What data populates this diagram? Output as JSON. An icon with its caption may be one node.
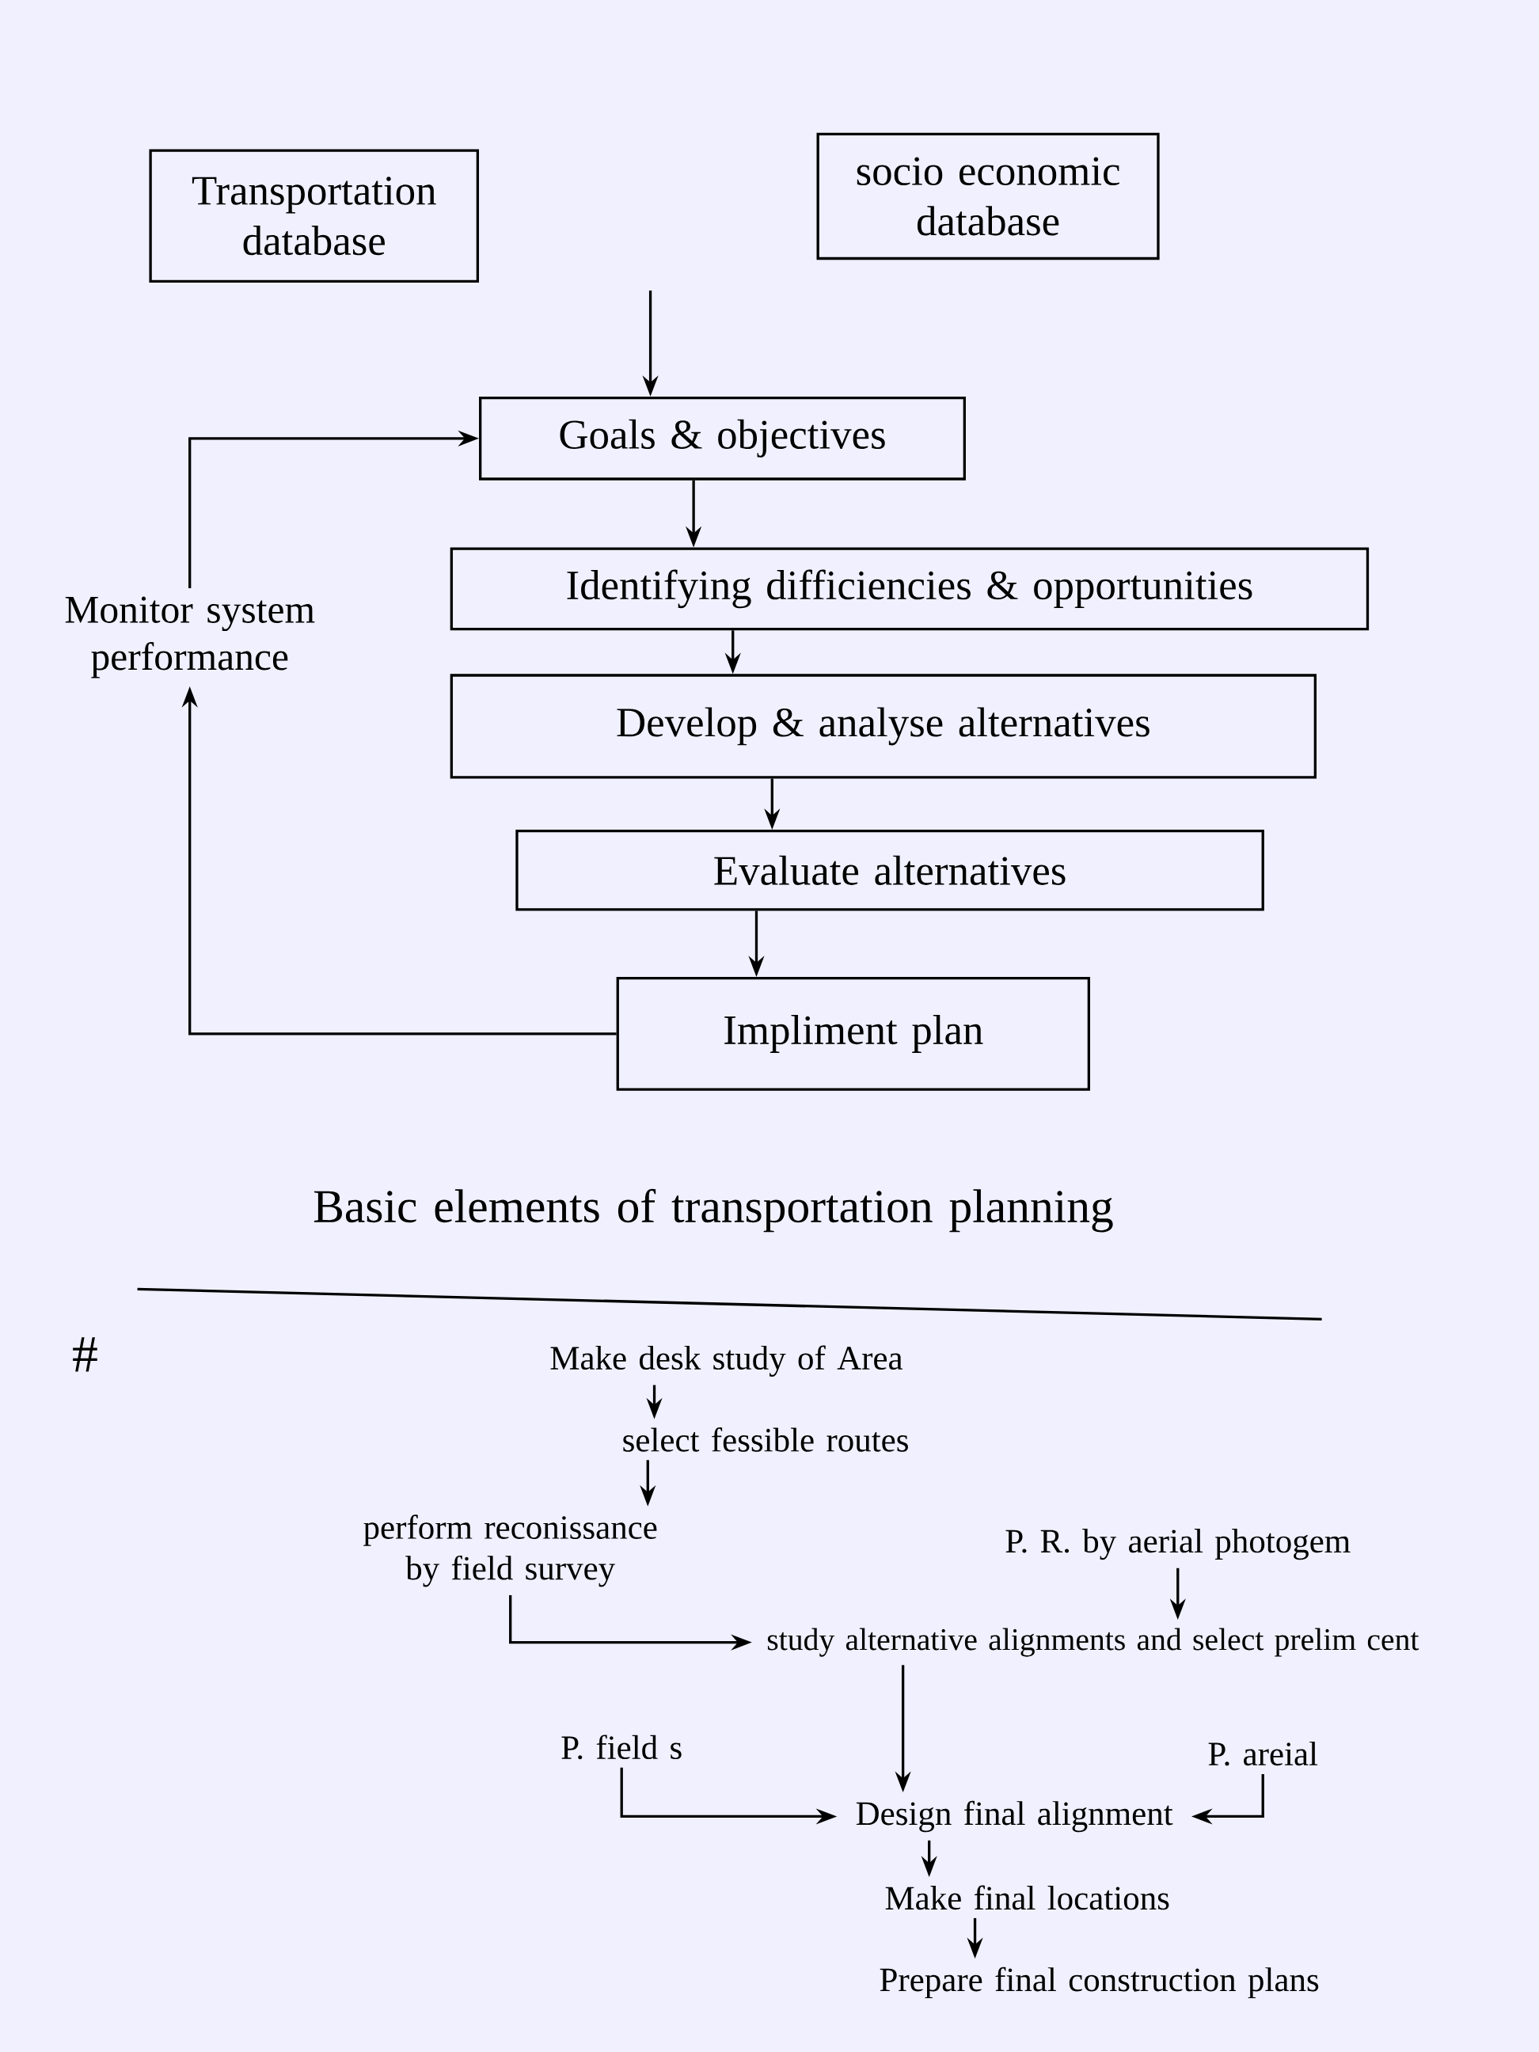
{
  "diagram": {
    "title": "Basic elements of transportation planning",
    "nodes": [
      {
        "text": [
          "Transportation database"
        ]
      },
      {
        "text": [
          "socio economic database"
        ]
      },
      {
        "text": [
          "Goals & objectives"
        ]
      },
      {
        "text": [
          "Identifying difficiencies & opportunities"
        ]
      },
      {
        "text": [
          "Develop & analyse alternatives"
        ]
      },
      {
        "text": [
          "Evaluate alternatives"
        ]
      },
      {
        "text": [
          "Impliment plan"
        ]
      },
      {
        "text": [
          "Monitor system performance"
        ]
      },
      {
        "text": [
          "Make desk study of Area"
        ]
      },
      {
        "text": [
          "select fessible routes"
        ]
      },
      {
        "text": [
          "perform reconissance by field survey"
        ]
      },
      {
        "text": [
          "P. R. by aerial photogem"
        ]
      },
      {
        "text": [
          "study alternative alignments and select prelim cent"
        ]
      },
      {
        "text": [
          "P. field s"
        ]
      },
      {
        "text": [
          "P. areial"
        ]
      },
      {
        "text": [
          "Design final alignment"
        ]
      },
      {
        "text": [
          "Make final locations"
        ]
      },
      {
        "text": [
          "Prepare final construction plans"
        ]
      }
    ],
    "edges": [
      {
        "from": null,
        "to": 2,
        "arrow": "to"
      },
      {
        "from": 2,
        "to": 3,
        "arrow": "to"
      },
      {
        "from": 3,
        "to": 4,
        "arrow": "to"
      },
      {
        "from": 4,
        "to": 5,
        "arrow": "to"
      },
      {
        "from": 5,
        "to": 6,
        "arrow": "to"
      },
      {
        "from": 6,
        "to": 7,
        "arrow": "to"
      },
      {
        "from": 7,
        "to": 2,
        "arrow": "to"
      },
      {
        "from": 8,
        "to": 9,
        "arrow": "to"
      },
      {
        "from": 9,
        "to": 10,
        "arrow": "to"
      },
      {
        "from": 10,
        "to": 12,
        "arrow": "to"
      },
      {
        "from": 11,
        "to": 12,
        "arrow": "to"
      },
      {
        "from": 12,
        "to": 15,
        "arrow": "to"
      },
      {
        "from": 13,
        "to": 15,
        "arrow": "to"
      },
      {
        "from": 14,
        "to": 15,
        "arrow": "to"
      },
      {
        "from": 15,
        "to": 16,
        "arrow": "to"
      },
      {
        "from": 16,
        "to": 17,
        "arrow": "to"
      }
    ],
    "labels": [
      "#"
    ]
  }
}
